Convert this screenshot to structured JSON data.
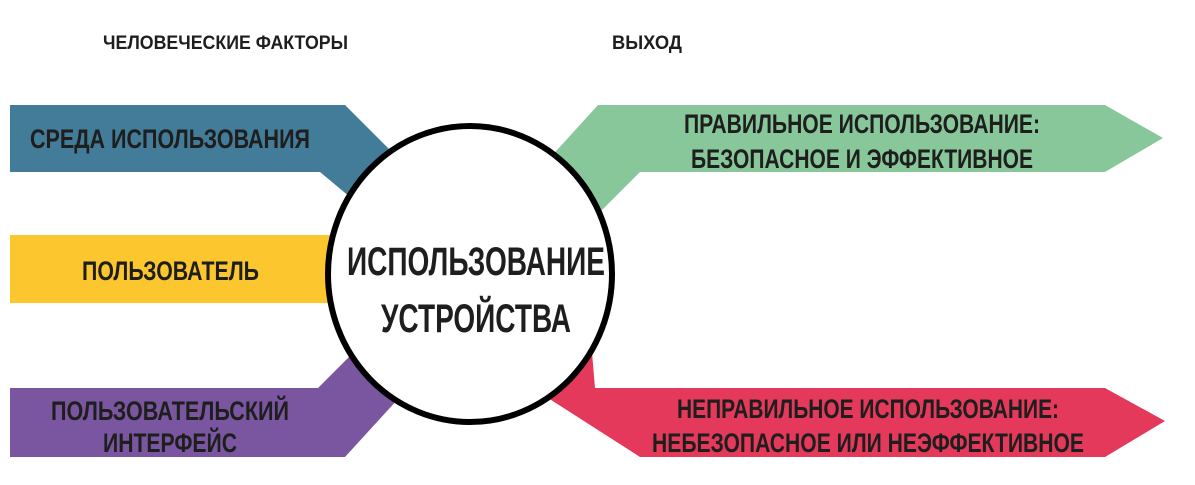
{
  "headers": {
    "left": "ЧЕЛОВЕЧЕСКИЕ ФАКТОРЫ",
    "right": "ВЫХОД"
  },
  "inputs": [
    {
      "lines": [
        "СРЕДА  ИСПОЛЬЗОВАНИЯ"
      ],
      "color": "#437c99"
    },
    {
      "lines": [
        "ПОЛЬЗОВАТЕЛЬ"
      ],
      "color": "#fcc72e"
    },
    {
      "lines": [
        "ПОЛЬЗОВАТЕЛЬСКИЙ",
        "ИНТЕРФЕЙС"
      ],
      "color": "#7a56a0"
    }
  ],
  "center": {
    "lines": [
      "ИСПОЛЬЗОВАНИЕ",
      "УСТРОЙСТВА"
    ]
  },
  "outputs": [
    {
      "lines": [
        "ПРАВИЛЬНОЕ ИСПОЛЬЗОВАНИЕ:",
        "БЕЗОПАСНОЕ И ЭФФЕКТИВНОЕ"
      ],
      "color": "#87c79a"
    },
    {
      "lines": [
        "НЕПРАВИЛЬНОЕ ИСПОЛЬЗОВАНИЕ:",
        "НЕБЕЗОПАСНОЕ ИЛИ НЕЭФФЕКТИВНОЕ"
      ],
      "color": "#e4395a"
    }
  ]
}
